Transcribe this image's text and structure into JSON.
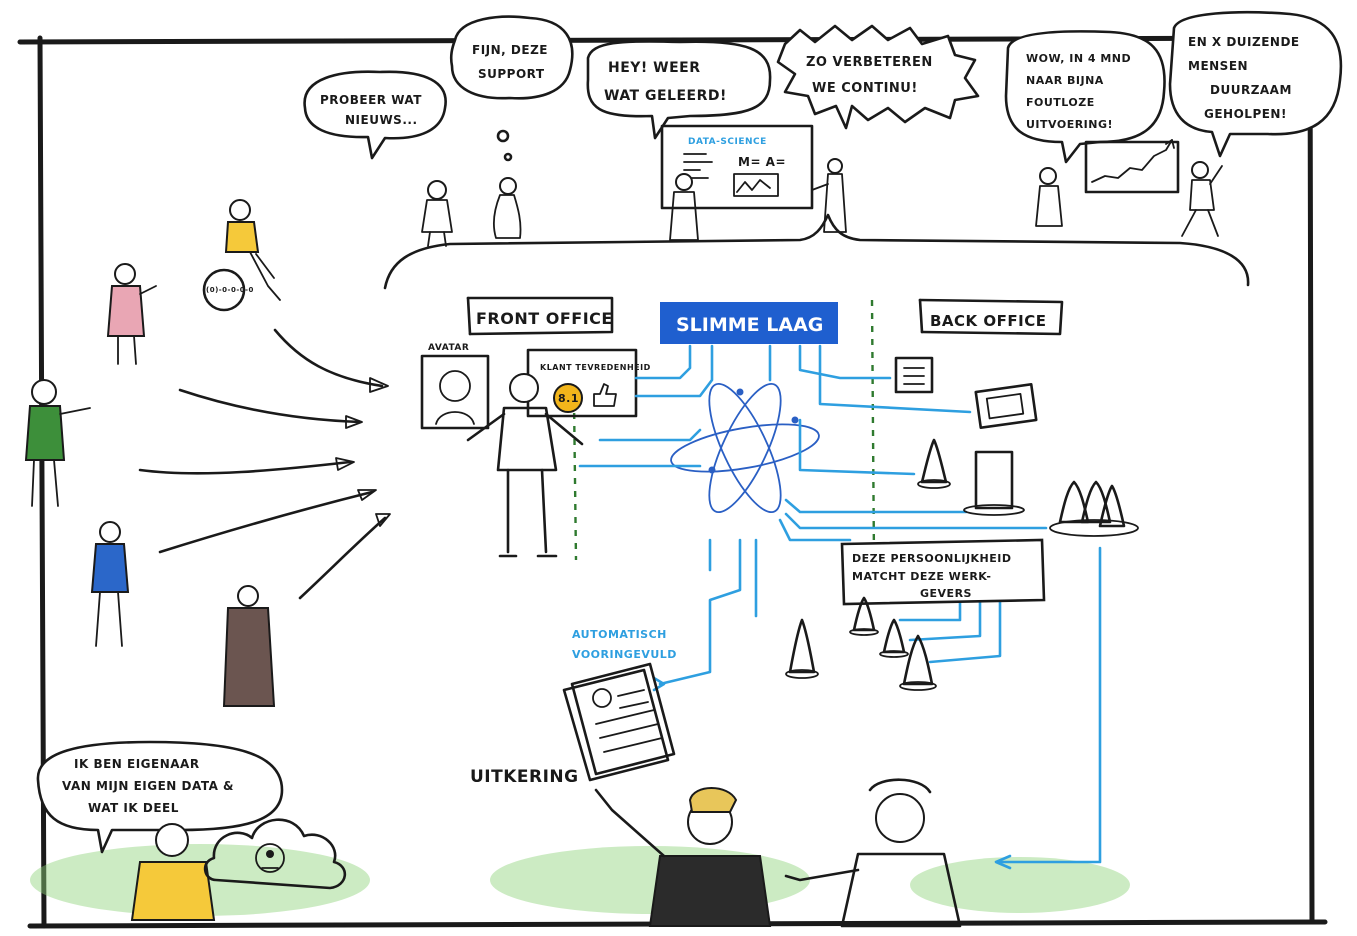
{
  "speech": {
    "probeer": [
      "PROBEER WAT",
      "NIEUWS..."
    ],
    "fijn": [
      "FIJN, DEZE",
      "SUPPORT"
    ],
    "hey": [
      "HEY! WEER",
      "WAT GELEERD!"
    ],
    "zo": [
      "ZO VERBETEREN",
      "WE CONTINU!"
    ],
    "wow": [
      "WOW, IN 4 MND",
      "NAAR BIJNA",
      "FOUTLOZE",
      "UITVOERING!"
    ],
    "en": [
      "EN X DUIZENDE",
      "MENSEN",
      "DUURZAAM",
      "GEHOLPEN!"
    ],
    "eigenaar": [
      "IK BEN EIGENAAR",
      "VAN MIJN EIGEN DATA &",
      "WAT IK DEEL"
    ]
  },
  "board": {
    "title": "DATA-SCIENCE",
    "formula": "M= A="
  },
  "labels": {
    "front_office": "FRONT OFFICE",
    "slimme_laag": "SLIMME LAAG",
    "back_office": "BACK OFFICE",
    "avatar": "AVATAR",
    "klant_tevredenheid": "KLANT TEVREDENHEID",
    "score": "8.1",
    "match": [
      "DEZE PERSOONLIJKHEID",
      "MATCHT DEZE WERK-",
      "GEVERS"
    ],
    "automatisch": [
      "AUTOMATISCH",
      "VOORINGEVULD"
    ],
    "uitkering": "UITKERING",
    "wheel_text": "(0)-0-0-0-0"
  },
  "colors": {
    "ink": "#1a1a1a",
    "blue_wire": "#2e9fe0",
    "slimme_laag_bg": "#1f5fcf",
    "atom": "#2a5fc4",
    "green_divider": "#2f7a2f",
    "score_badge": "#f2b51b",
    "grass": "#8fd27a",
    "yellow_shirt": "#f5c93a",
    "green_vest": "#3d8f3a",
    "blue_sweater": "#2b67c9",
    "coat": "#6b5550",
    "pink_cardigan": "#e9a6b4"
  },
  "icons": [
    "avatar-portrait-icon",
    "thumbs-up-icon",
    "score-badge-icon",
    "cloud-icon",
    "document-icon",
    "server-icon",
    "monitor-icon",
    "pawn-icon"
  ]
}
